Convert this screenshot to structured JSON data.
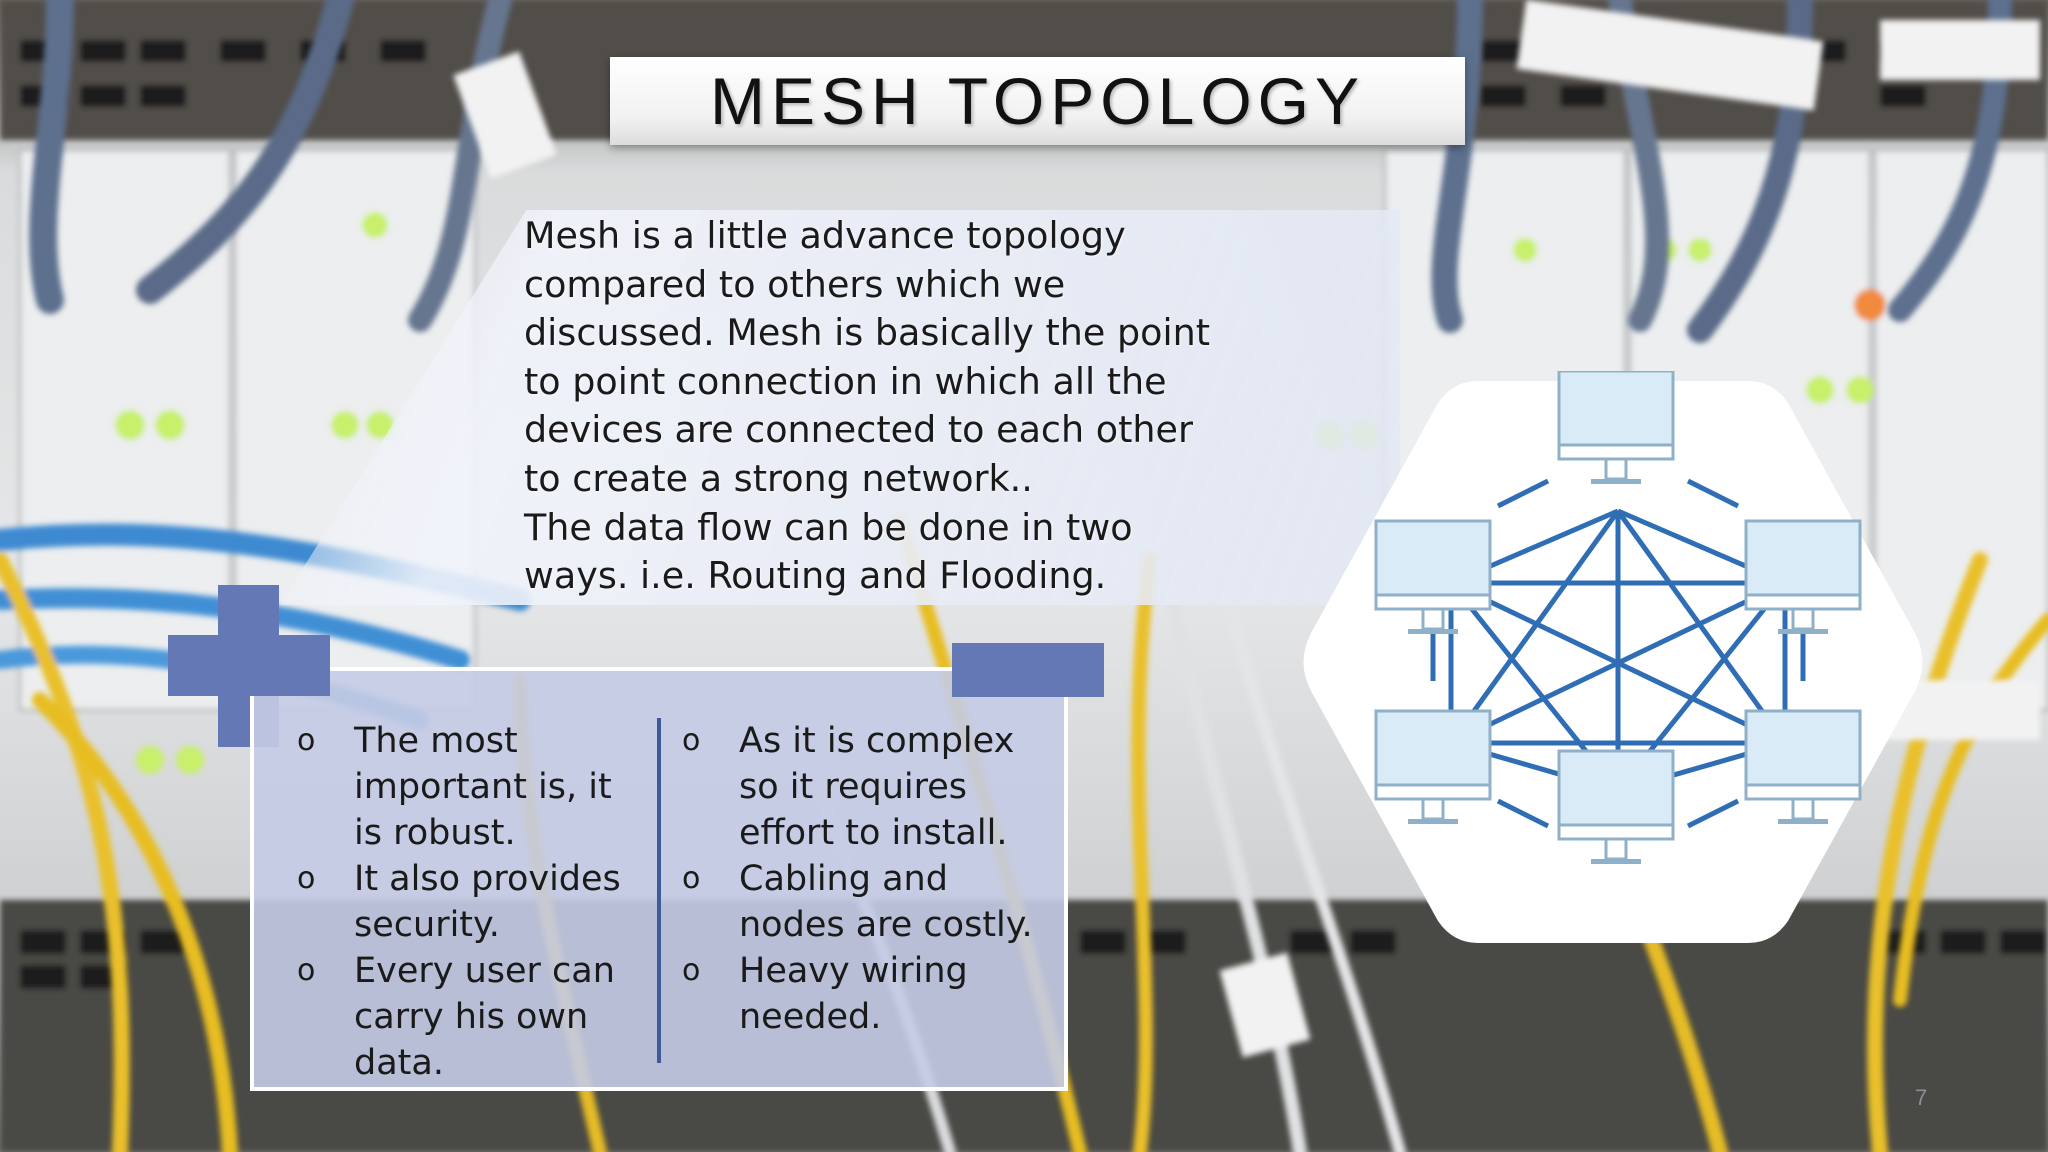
{
  "slide": {
    "title": "MESH TOPOLOGY",
    "intro_lines": [
      "Mesh is a little advance topology",
      "compared to others which we",
      "discussed. Mesh is basically the point",
      "to point connection in which all the",
      "devices are connected to each other",
      "to create a strong network..",
      "The data flow can be done in two",
      "ways. i.e. Routing and Flooding."
    ],
    "bullet_symbol": "o",
    "advantages": [
      [
        "The most",
        "important is, it",
        "is robust."
      ],
      [
        "It also provides",
        "security."
      ],
      [
        "Every user can",
        "carry his own",
        "data."
      ]
    ],
    "disadvantages": [
      [
        "As it is complex",
        "so it requires",
        "effort to install."
      ],
      [
        "Cabling and",
        "nodes are costly."
      ],
      [
        "Heavy wiring",
        "needed."
      ]
    ],
    "page_number": "7"
  },
  "colors": {
    "accent": "#6378b4",
    "divider": "#3e5a9a",
    "diagram_line": "#2f6db5",
    "monitor_screen": "#d9ebf7",
    "monitor_outline": "#8fb0c9"
  },
  "diagram": {
    "node_icon": "computer-monitor-icon",
    "node_count": 6
  }
}
